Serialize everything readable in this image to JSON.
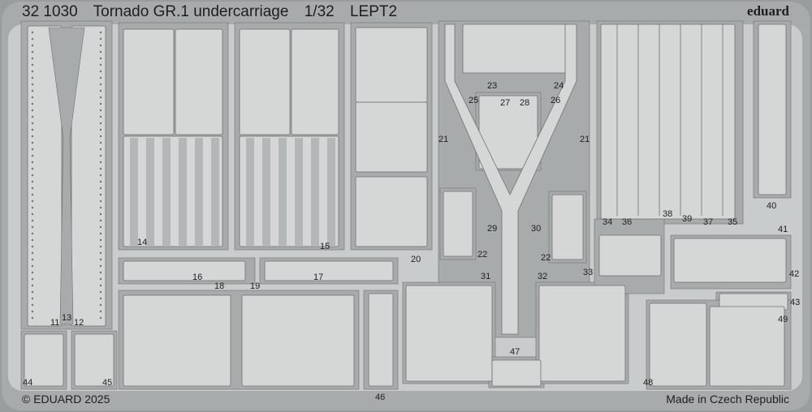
{
  "header": {
    "catalog_number": "32 1030",
    "title": "Tornado GR.1 undercarriage",
    "scale": "1/32",
    "code": "LEPT2"
  },
  "brand": "eduard",
  "footer": {
    "copyright": "© EDUARD 2025",
    "origin": "Made in Czech Republic"
  },
  "part_numbers": [
    "11",
    "12",
    "13",
    "14",
    "15",
    "16",
    "17",
    "18",
    "19",
    "20",
    "21",
    "21",
    "22",
    "22",
    "23",
    "24",
    "25",
    "26",
    "27",
    "28",
    "29",
    "30",
    "31",
    "32",
    "33",
    "34",
    "35",
    "36",
    "37",
    "38",
    "39",
    "40",
    "41",
    "42",
    "43",
    "44",
    "45",
    "46",
    "47",
    "48",
    "49"
  ],
  "colors": {
    "fret": "#c9cccc",
    "frame": "#a8abac",
    "part": "#d5d7d7",
    "outline": "#6e7172"
  }
}
